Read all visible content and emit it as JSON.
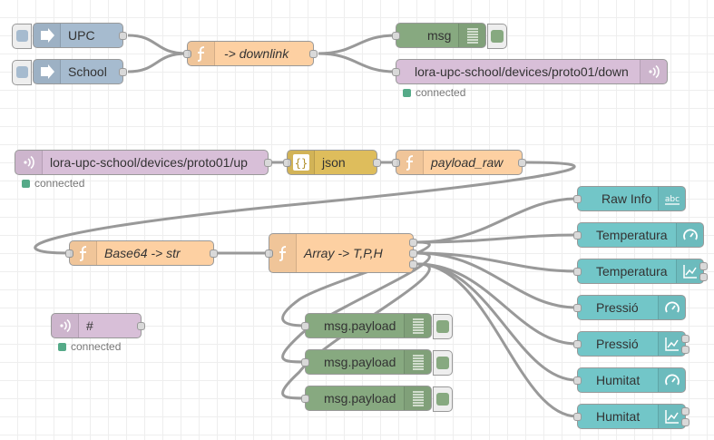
{
  "colors": {
    "inject": "#a6bbcf",
    "function": "#fdd0a2",
    "debug": "#87a980",
    "mqtt": "#d8bfd8",
    "json": "#debd5c",
    "dashboard": "#72c6c8",
    "status_connected": "#5a8"
  },
  "nodes": {
    "inject_upc": {
      "label": "UPC",
      "icon": "arrow-in-icon"
    },
    "inject_school": {
      "label": "School",
      "icon": "arrow-in-icon"
    },
    "fn_downlink": {
      "label": "-> downlink",
      "icon": "function-icon"
    },
    "debug_msg": {
      "label": "msg",
      "icon": "list-icon"
    },
    "mqtt_out_down": {
      "label": "lora-upc-school/devices/proto01/down",
      "icon": "radio-icon",
      "status": "connected"
    },
    "mqtt_in_up": {
      "label": "lora-upc-school/devices/proto01/up",
      "icon": "radio-icon",
      "status": "connected"
    },
    "json_node": {
      "label": "json",
      "icon": "braces-icon"
    },
    "fn_payload_raw": {
      "label": "payload_raw",
      "icon": "function-icon"
    },
    "fn_base64": {
      "label": "Base64 -> str",
      "icon": "function-icon"
    },
    "fn_array": {
      "label": "Array -> T,P,H",
      "icon": "function-icon"
    },
    "mqtt_in_hash": {
      "label": "#",
      "icon": "radio-icon",
      "status": "connected"
    },
    "debug_payload_1": {
      "label": "msg.payload",
      "icon": "list-icon"
    },
    "debug_payload_2": {
      "label": "msg.payload",
      "icon": "list-icon"
    },
    "debug_payload_3": {
      "label": "msg.payload",
      "icon": "list-icon"
    },
    "ui_raw_info": {
      "label": "Raw Info",
      "icon": "text-abc-icon"
    },
    "ui_temp_gauge": {
      "label": "Temperatura",
      "icon": "gauge-icon"
    },
    "ui_temp_chart": {
      "label": "Temperatura",
      "icon": "chart-icon"
    },
    "ui_press_gauge": {
      "label": "Pressió",
      "icon": "gauge-icon"
    },
    "ui_press_chart": {
      "label": "Pressió",
      "icon": "chart-icon"
    },
    "ui_hum_gauge": {
      "label": "Humitat",
      "icon": "gauge-icon"
    },
    "ui_hum_chart": {
      "label": "Humitat",
      "icon": "chart-icon"
    }
  }
}
